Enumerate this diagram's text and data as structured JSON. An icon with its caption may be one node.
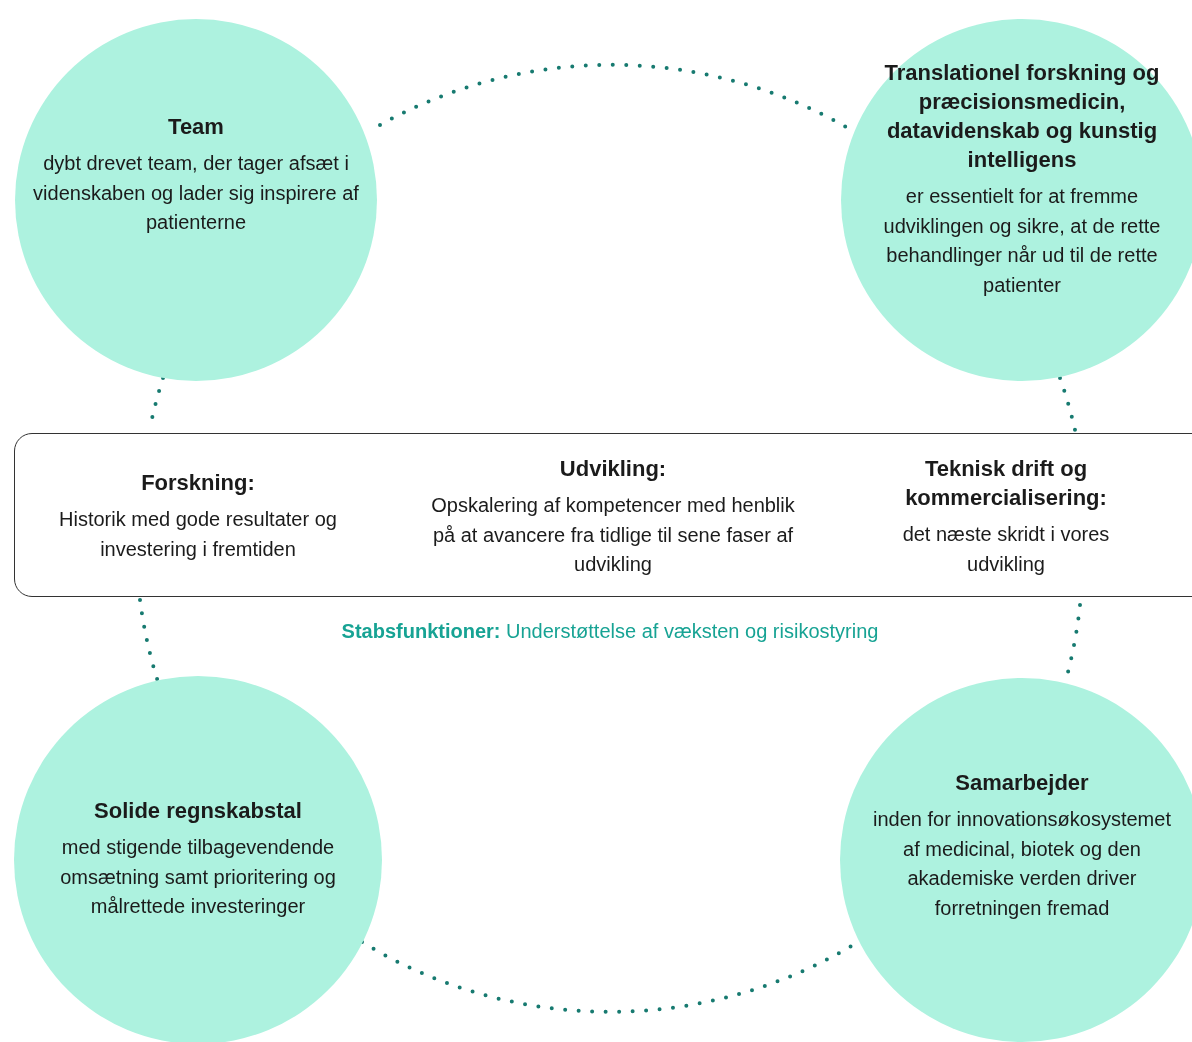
{
  "diagram": {
    "nodes": [
      {
        "text": [
          "Team",
          "dybt drevet team, der tager afsæt i videnskaben og lader sig inspirere af patienterne"
        ]
      },
      {
        "text": [
          "Translationel forskning og præcisionsmedicin, datavidenskab og kunstig intelligens",
          "er essentielt for at fremme udviklingen og sikre, at de rette behandlinger når ud til de rette patienter"
        ]
      },
      {
        "text": [
          "Forskning:",
          "Historik med gode resultater og investering i fremtiden",
          "Udvikling:",
          "Opskalering af kompetencer med henblik på at avancere fra tidlige til sene faser af udvikling",
          "Teknisk drift og kommercialisering:",
          "det næste skridt i vores udvikling"
        ]
      },
      {
        "text": [
          "Solide regnskabstal",
          "med stigende tilbagevendende omsætning samt prioritering og målrettede investeringer"
        ]
      },
      {
        "text": [
          "Samarbejder",
          "inden for innovationsøkosystemet af medicinal, biotek og den akademiske verden driver forretningen fremad"
        ]
      }
    ],
    "edges": [
      {
        "from": 0,
        "to": 1,
        "arrow": "none",
        "style": "dashed"
      },
      {
        "from": 0,
        "to": 2,
        "arrow": "none",
        "style": "dashed"
      },
      {
        "from": 2,
        "to": 3,
        "arrow": "none",
        "style": "dashed"
      },
      {
        "from": 1,
        "to": 2,
        "arrow": "none",
        "style": "dashed"
      },
      {
        "from": 2,
        "to": 4,
        "arrow": "none",
        "style": "dashed"
      },
      {
        "from": 3,
        "to": 4,
        "arrow": "none",
        "style": "dashed"
      }
    ],
    "labels": [
      "**Stabsfunktioner:** Understøttelse af væksten og risikostyring"
    ]
  }
}
